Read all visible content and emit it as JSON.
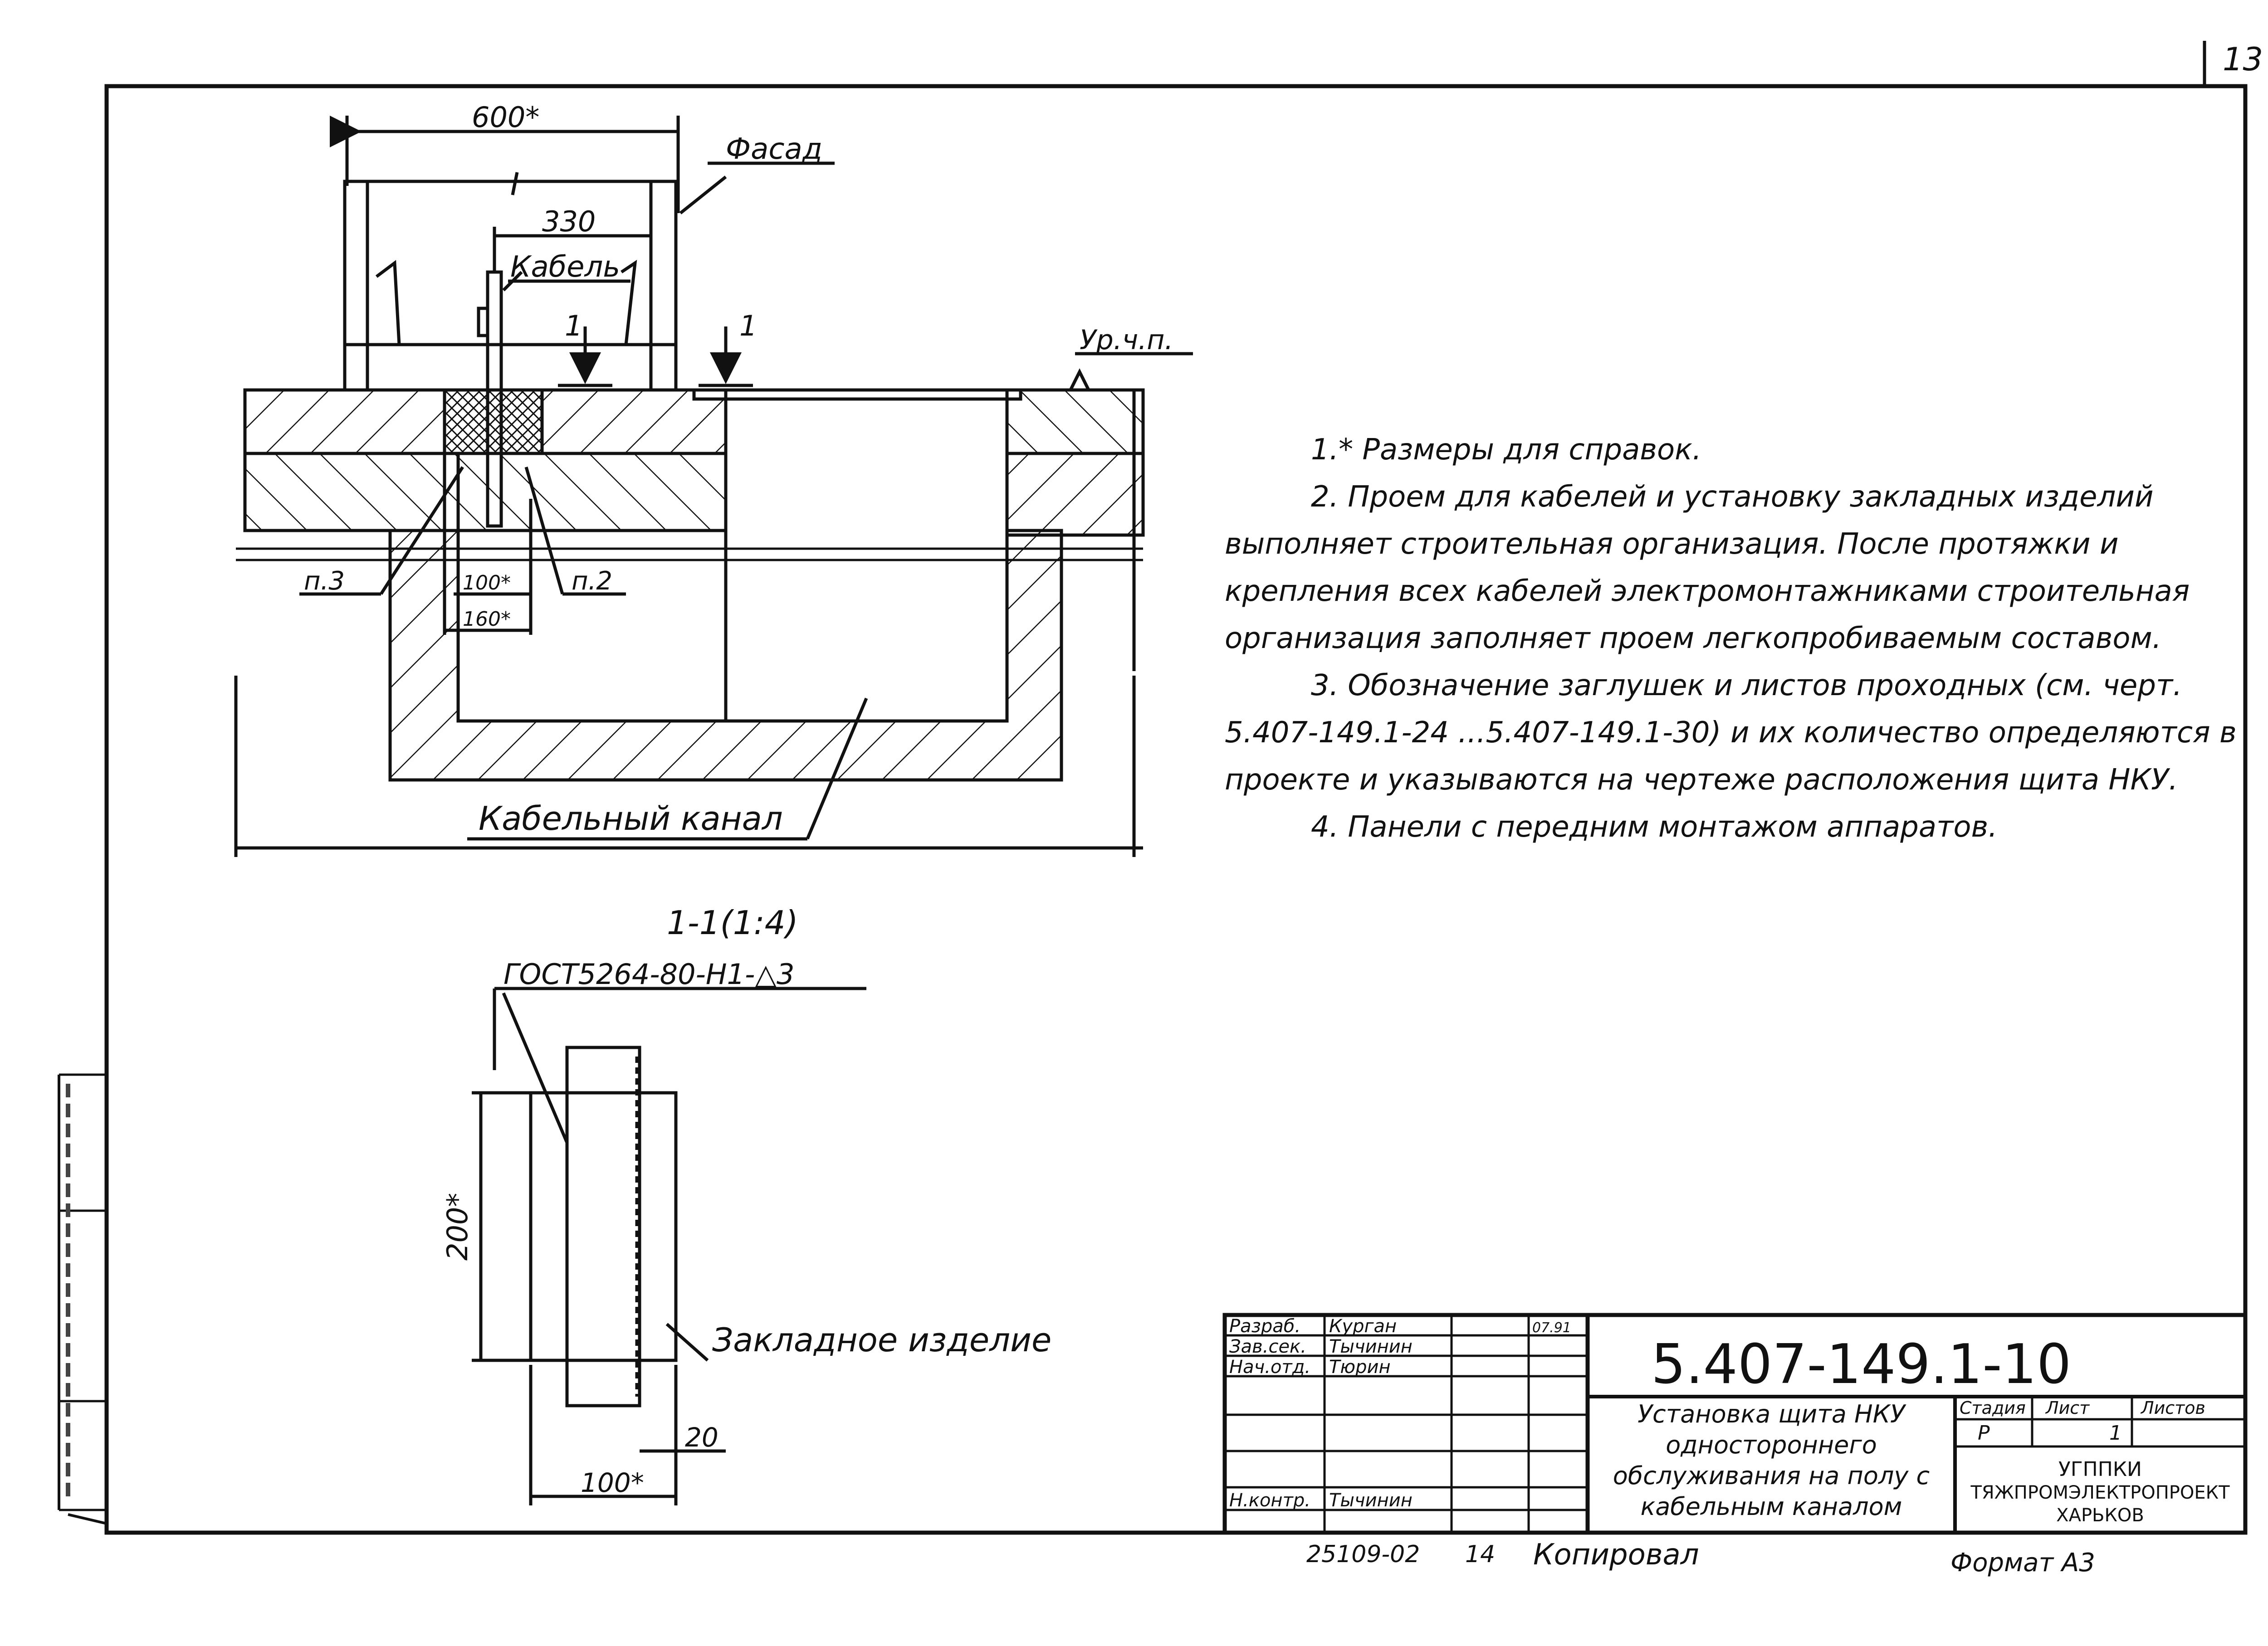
{
  "sheet": {
    "page_number": "13",
    "drawing_number": "5.407-149.1-10",
    "stamp_fields": {
      "title": "Установка щита НКУ одностороннего обслуживания на полу с кабельным каналом спереди",
      "stage_header": "Стадия",
      "sheet_header": "Лист",
      "sheets_header": "Листов",
      "stage_value": "Р",
      "sheet_value": "1",
      "org_line1": "УГППКИ",
      "org_line2": "ТЯЖПРОМЭЛЕКТРОПРОЕКТ",
      "org_line3": "ХАРЬКОВ"
    },
    "signatures": [
      {
        "role": "Разраб.",
        "name": "Курган",
        "date": "07.91"
      },
      {
        "role": "Зав.сек.",
        "name": "Тычинин",
        "date": ""
      },
      {
        "role": "Нач.отд.",
        "name": "Тюрин",
        "date": ""
      },
      {
        "role": "Н.контр.",
        "name": "Тычинин",
        "date": ""
      }
    ],
    "bottom": {
      "inventory": "25109-02",
      "sheet_code": "14",
      "copied": "Копировал",
      "format": "Формат А3"
    }
  },
  "drawing_labels": {
    "dim_600": "600*",
    "dim_330": "330",
    "facade": "Фасад",
    "cable": "Кабель",
    "floor_level": "Ур.ч.п.",
    "section_mark_a": "1",
    "section_mark_b": "1",
    "p3": "п.3",
    "p2": "п.2",
    "dim_100": "100*",
    "dim_160": "160*",
    "cable_channel": "Кабельный канал",
    "section_title": "1-1(1:4)",
    "gost": "ГОСТ5264-80-Н1-△3",
    "dim_200": "200*",
    "embedded_part": "Закладное изделие",
    "dim_20": "20",
    "dim_100b": "100*"
  },
  "notes": [
    "1.* Размеры для справок.",
    "2. Проем для кабелей и установку закладных изделий выполняет строительная организация. После протяжки и крепления всех кабелей электромонтажниками строительная организация заполняет проем легкопробиваемым составом.",
    "3. Обозначение заглушек и листов проходных (см. черт. 5.407-149.1-24 ...5.407-149.1-30) и их количество определяются в проекте и указываются на чертеже расположения щита НКУ.",
    "4. Панели с передним монтажом аппаратов."
  ]
}
